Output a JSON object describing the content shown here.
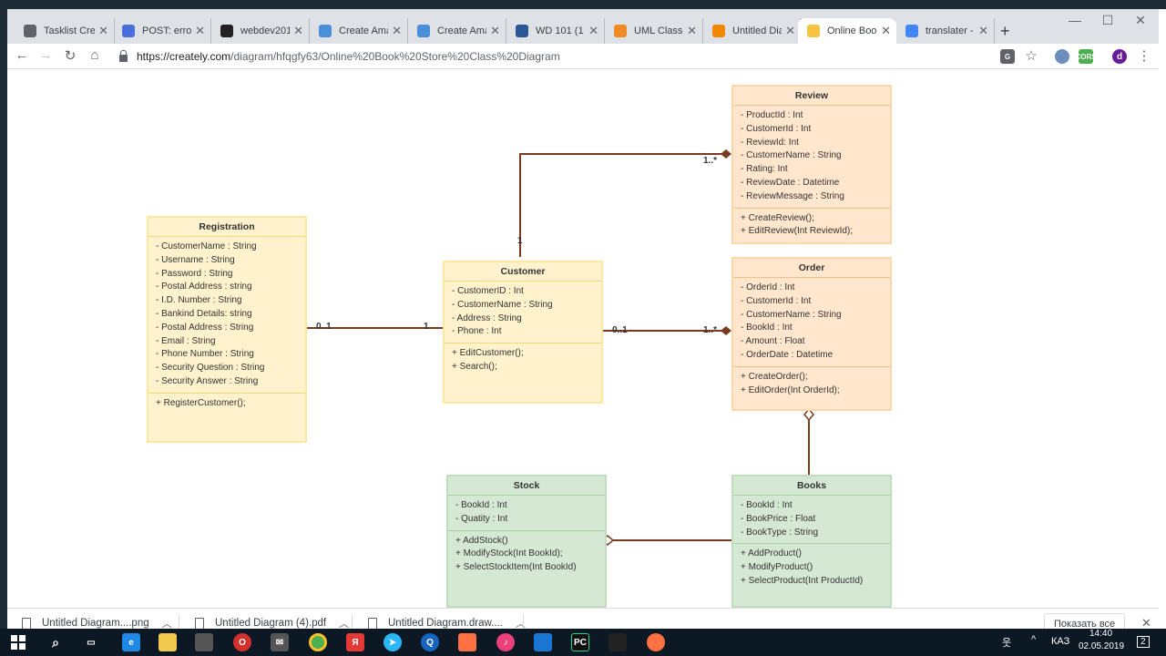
{
  "browser": {
    "tabs": [
      {
        "label": "Tasklist Crea",
        "icon": "document-icon",
        "color": "#5f6368"
      },
      {
        "label": "POST: error",
        "icon": "chat-icon",
        "color": "#4a6fdc"
      },
      {
        "label": "webdev201",
        "icon": "github-icon",
        "color": "#222222"
      },
      {
        "label": "Create Ama",
        "icon": "chrome-icon",
        "color": "#4a90d9"
      },
      {
        "label": "Create Ama",
        "icon": "chrome-icon",
        "color": "#4a90d9"
      },
      {
        "label": "WD 101 (1",
        "icon": "p-icon",
        "color": "#2b5797"
      },
      {
        "label": "UML Class D",
        "icon": "share-icon",
        "color": "#f08a24"
      },
      {
        "label": "Untitled Dia",
        "icon": "drawio-icon",
        "color": "#f08705"
      },
      {
        "label": "Online Book",
        "icon": "bulb-icon",
        "color": "#f6c343",
        "active": true
      },
      {
        "label": "translater -",
        "icon": "google-icon",
        "color": "#4285f4"
      }
    ],
    "new_tab": "+",
    "minimize": "—",
    "maximize": "☐",
    "close": "✕",
    "back": "←",
    "forward": "→",
    "reload": "↻",
    "home": "⌂",
    "url_host": "https://creately.com",
    "url_path": "/diagram/hfqgfy63/Online%20Book%20Store%20Class%20Diagram",
    "star": "☆",
    "menu": "⋮",
    "profile_initial": "d"
  },
  "diagram": {
    "classes": {
      "review": {
        "title": "Review",
        "attributes": [
          "- ProductId : Int",
          "- CustomerId : Int",
          "- ReviewId: Int",
          "- CustomerName : String",
          "- Rating: Int",
          "- ReviewDate : Datetime",
          "- ReviewMessage : String"
        ],
        "operations": [
          "+ CreateReview();",
          "+ EditReview(Int ReviewId);"
        ]
      },
      "registration": {
        "title": "Registration",
        "attributes": [
          "- CustomerName : String",
          "- Username : String",
          "- Password : String",
          "- Postal Address : string",
          "- I.D. Number : String",
          "- Bankind Details: string",
          "- Postal Address : String",
          "- Email : String",
          "- Phone Number : String",
          "- Security Question : String",
          "- Security Answer : String"
        ],
        "operations": [
          "+ RegisterCustomer();"
        ]
      },
      "customer": {
        "title": "Customer",
        "attributes": [
          "- CustomerID : Int",
          "- CustomerName : String",
          "- Address : String",
          "- Phone : Int"
        ],
        "operations": [
          "+ EditCustomer();",
          "+ Search();"
        ]
      },
      "order": {
        "title": "Order",
        "attributes": [
          "- OrderId : Int",
          " - CustomerId : Int",
          "- CustomerName : String",
          "- BookId : Int",
          "- Amount : Float",
          "- OrderDate : Datetime"
        ],
        "operations": [
          "+ CreateOrder();",
          "+ EditOrder(Int OrderId);"
        ]
      },
      "stock": {
        "title": "Stock",
        "attributes": [
          "- BookId : Int",
          "- Quatity : Int"
        ],
        "operations": [
          "+ AddStock()",
          "+ ModifyStock(Int BookId);",
          "+ SelectStockItem(Int BookId)"
        ]
      },
      "books": {
        "title": "Books",
        "attributes": [
          "- BookId : Int",
          "- BookPrice : Float",
          "- BookType : String"
        ],
        "operations": [
          "+ AddProduct()",
          "+ ModifyProduct()",
          "+ SelectProduct(Int ProductId)"
        ]
      }
    },
    "multiplicities": {
      "review_many": "1..*",
      "customer_review_one": "1",
      "registration_side": "0..1",
      "customer_reg_one": "1",
      "customer_order_side": "0..1",
      "order_many": "1..*"
    },
    "line_color": "#7a3b1e"
  },
  "downloads": {
    "items": [
      {
        "label": "Untitled Diagram....png"
      },
      {
        "label": "Untitled Diagram (4).pdf"
      },
      {
        "label": "Untitled Diagram.draw...."
      }
    ],
    "show_all": "Показать все",
    "close": "✕"
  },
  "taskbar": {
    "lang": "КАЗ",
    "time": "14:40",
    "date": "02.05.2019",
    "notifications": "2"
  }
}
